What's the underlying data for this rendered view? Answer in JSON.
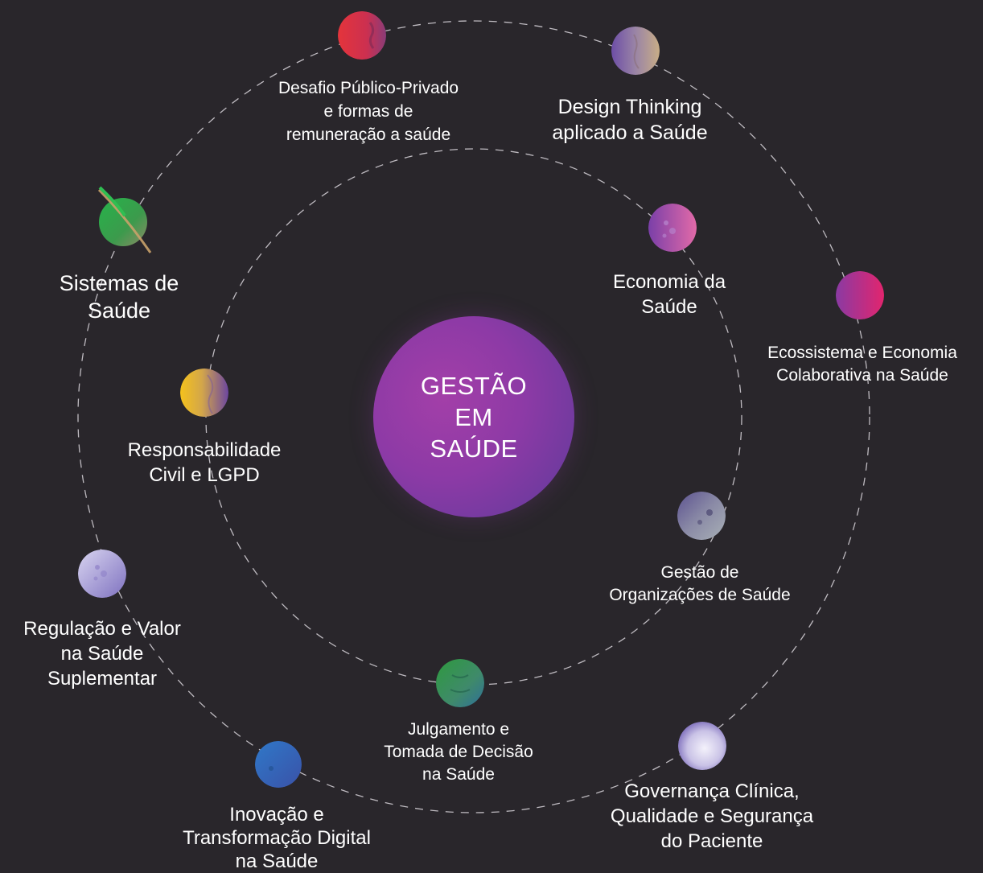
{
  "center": {
    "lines": [
      "GESTÃO",
      "EM",
      "SAÚDE"
    ]
  },
  "topics": [
    {
      "lines": [
        "Desafio Público-Privado",
        "e formas de",
        "remuneração a saúde"
      ]
    },
    {
      "lines": [
        "Design Thinking",
        "aplicado a Saúde"
      ]
    },
    {
      "lines": [
        "Sistemas de",
        "Saúde"
      ]
    },
    {
      "lines": [
        "Economia da",
        "Saúde"
      ]
    },
    {
      "lines": [
        "Ecossistema e Economia",
        "Colaborativa na Saúde"
      ]
    },
    {
      "lines": [
        "Responsabilidade",
        "Civil e LGPD"
      ]
    },
    {
      "lines": [
        "Gestão de",
        "Organizações de Saúde"
      ]
    },
    {
      "lines": [
        "Regulação e Valor",
        "na Saúde",
        "Suplementar"
      ]
    },
    {
      "lines": [
        "Julgamento e",
        "Tomada de Decisão",
        "na Saúde"
      ]
    },
    {
      "lines": [
        "Governança Clínica,",
        "Qualidade e Segurança",
        "do Paciente"
      ]
    },
    {
      "lines": [
        "Inovação e",
        "Transformação Digital",
        "na Saúde"
      ]
    }
  ],
  "colors": {
    "background": "#29262b",
    "orbit": "#d9d6dc",
    "text": "#ffffff"
  }
}
